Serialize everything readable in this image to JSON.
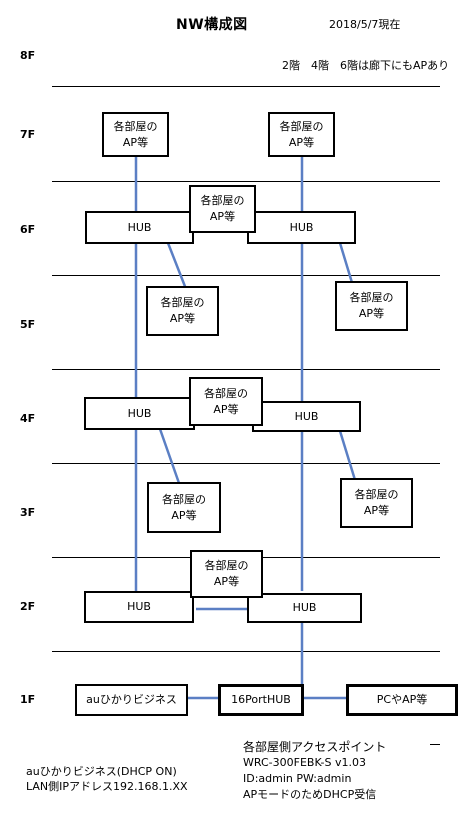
{
  "title": "NW構成図",
  "date": "2018/5/7現在",
  "note": "2階　4階　6階は廊下にもAPあり",
  "colors": {
    "link": "#5b7fc4",
    "lines": "#000000"
  },
  "floors": [
    "8F",
    "7F",
    "6F",
    "5F",
    "4F",
    "3F",
    "2F",
    "1F"
  ],
  "room_ap_label": "各部屋の\nAP等",
  "hub_label": "HUB",
  "devices": {
    "au": "auひかりビジネス",
    "core": "16PortHUB",
    "pc": "PCやAP等"
  },
  "footer": {
    "left_line1": "auひかりビジネス(DHCP ON)",
    "left_line2": "LAN側IPアドレス192.168.1.XX",
    "right_title": "各部屋側アクセスポイント",
    "right_model": "WRC-300FEBK-S v1.03",
    "right_id": "ID:admin PW:admin",
    "right_mode": "APモードのためDHCP受信"
  }
}
